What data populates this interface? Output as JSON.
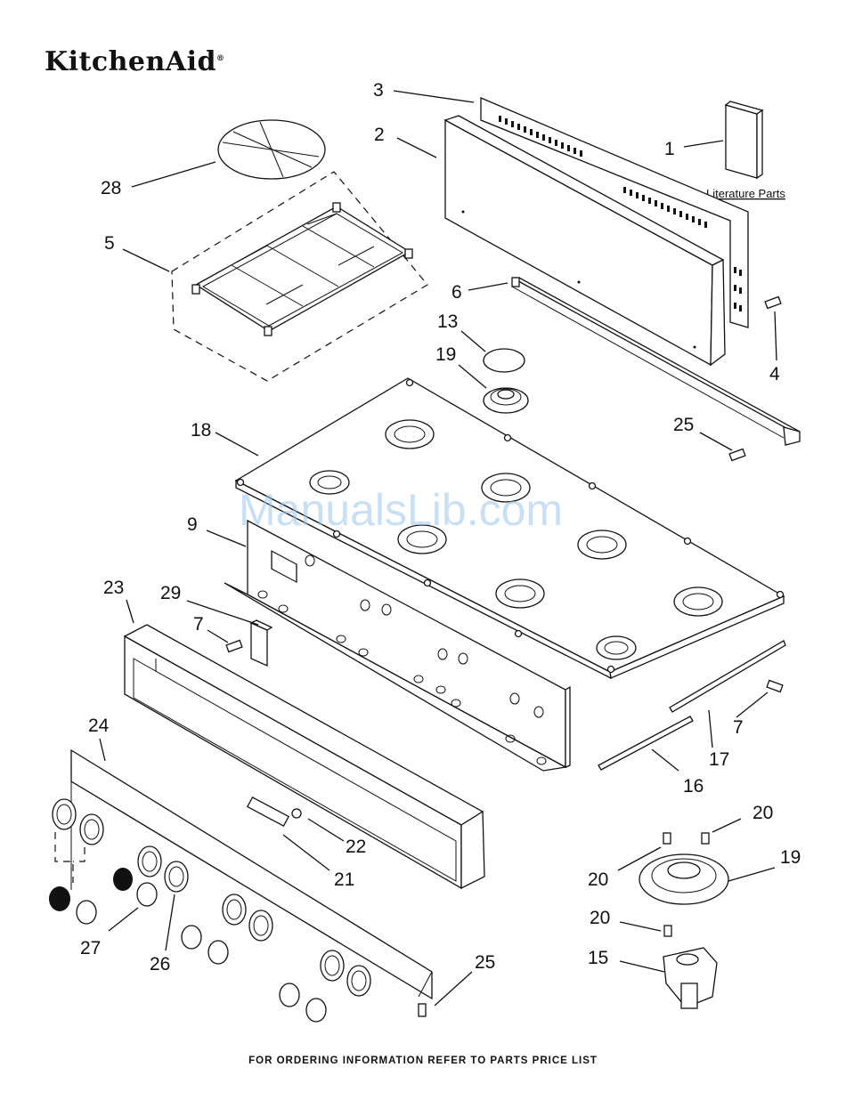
{
  "brand": {
    "name": "KitchenAid",
    "trademark": "®"
  },
  "footer": {
    "text": "FOR ORDERING INFORMATION REFER TO PARTS PRICE LIST"
  },
  "literature": {
    "label": "Literature Parts"
  },
  "watermark": {
    "text": "ManualsLib.com"
  },
  "callouts": {
    "c1": "1",
    "c2": "2",
    "c3": "3",
    "c4": "4",
    "c5": "5",
    "c6": "6",
    "c7a": "7",
    "c7b": "7",
    "c9": "9",
    "c13": "13",
    "c15": "15",
    "c16": "16",
    "c17": "17",
    "c18": "18",
    "c19a": "19",
    "c19b": "19",
    "c20a": "20",
    "c20b": "20",
    "c20c": "20",
    "c21": "21",
    "c22": "22",
    "c23": "23",
    "c24": "24",
    "c25a": "25",
    "c25b": "25",
    "c26": "26",
    "c27": "27",
    "c28": "28",
    "c29": "29"
  },
  "colors": {
    "ink": "#111111",
    "watermark": "#9ec8ec"
  }
}
